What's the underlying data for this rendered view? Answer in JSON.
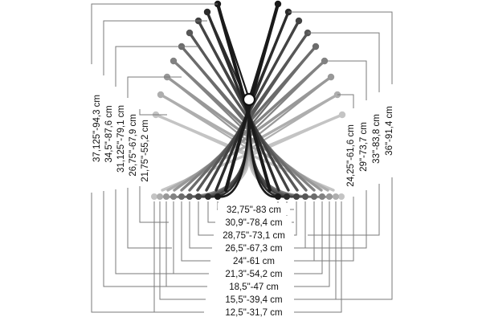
{
  "colors": {
    "background": "#ffffff",
    "leader": "#7a7a7a",
    "text": "#111111",
    "needle_shades": [
      "#1a1a1a",
      "#2c2c2c",
      "#434343",
      "#575757",
      "#6c6c6c",
      "#828282",
      "#989898",
      "#aeaeae",
      "#c4c4c4"
    ]
  },
  "bottom_labels": [
    "32,75\"-83 cm",
    "30,9\"-78,4 cm",
    "28,75\"-73,1 cm",
    "26,5\"-67,3 cm",
    "24\"-61 cm",
    "21,3\"-54,2 cm",
    "18,5\"-47 cm",
    "15,5\"-39,4 cm",
    "12,5\"-31,7 cm"
  ],
  "left_labels": [
    "37,125\"-94,3 cm",
    "34,5\"-87,6 cm",
    "31,125\"-79,1 cm",
    "26,75\"-67,9 cm",
    "21,75\"-55,2 cm"
  ],
  "right_labels": [
    "24,25\"-61,6 cm",
    "29\"-73,7 cm",
    "33\"-83,8 cm",
    "36\"-91,4 cm"
  ]
}
